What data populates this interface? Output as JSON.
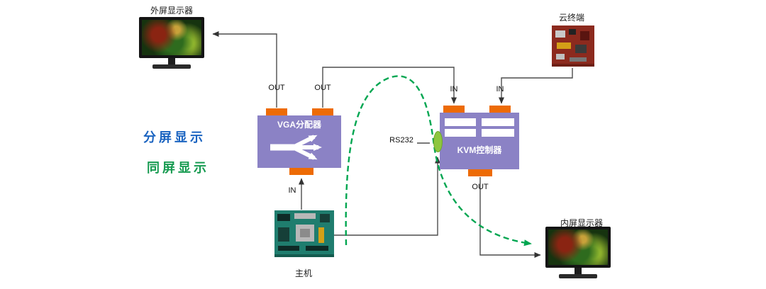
{
  "legend": {
    "split_screen": {
      "label": "分屏显示",
      "color": "#1a63c0"
    },
    "same_screen": {
      "label": "同屏显示",
      "color": "#169a50"
    }
  },
  "devices": {
    "external_display": {
      "label": "外屏显示器"
    },
    "cloud_terminal": {
      "label": "云终端"
    },
    "host": {
      "label": "主机"
    },
    "internal_display": {
      "label": "内屏显示器"
    },
    "vga_splitter": {
      "label": "VGA分配器",
      "port_out_left": "OUT",
      "port_out_right": "OUT",
      "port_in": "IN"
    },
    "kvm_controller": {
      "label": "KVM控制器",
      "port_in_left": "IN",
      "port_in_right": "IN",
      "port_out": "OUT"
    }
  },
  "connections": {
    "rs232_label": "RS232"
  },
  "colors": {
    "device_box": "#8b82c5",
    "port": "#ed6b05",
    "rs232_connector": "#8dc63f",
    "same_screen_path": "#00a651",
    "wire": "#4d4d4d"
  }
}
